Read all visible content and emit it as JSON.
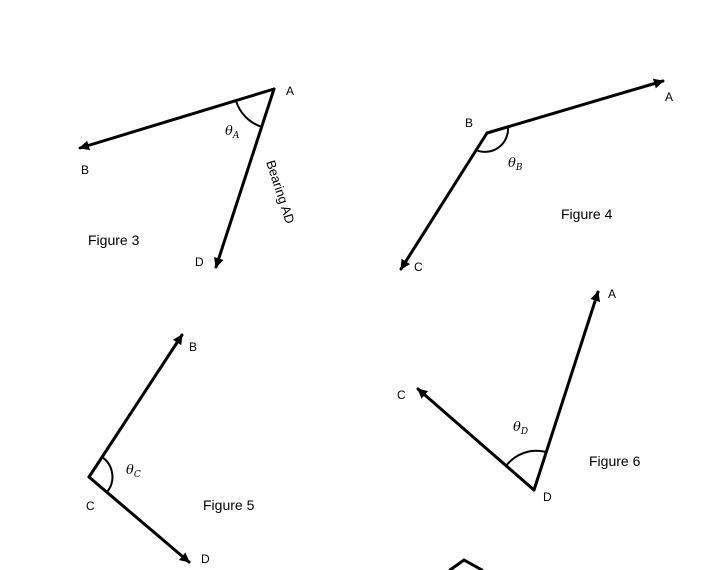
{
  "figure3": {
    "caption": "Figure 3",
    "point_a": "A",
    "point_b": "B",
    "point_d": "D",
    "angle_symbol": "θ",
    "angle_sub": "A",
    "bearing_label": "Bearing AD"
  },
  "figure4": {
    "caption": "Figure 4",
    "point_a": "A",
    "point_b": "B",
    "point_c": "C",
    "angle_symbol": "θ",
    "angle_sub": "B"
  },
  "figure5": {
    "caption": "Figure 5",
    "point_b": "B",
    "point_c": "C",
    "point_d": "D",
    "angle_symbol": "θ",
    "angle_sub": "C"
  },
  "figure6": {
    "caption": "Figure 6",
    "point_a": "A",
    "point_c": "C",
    "point_d": "D",
    "angle_symbol": "θ",
    "angle_sub": "D"
  }
}
